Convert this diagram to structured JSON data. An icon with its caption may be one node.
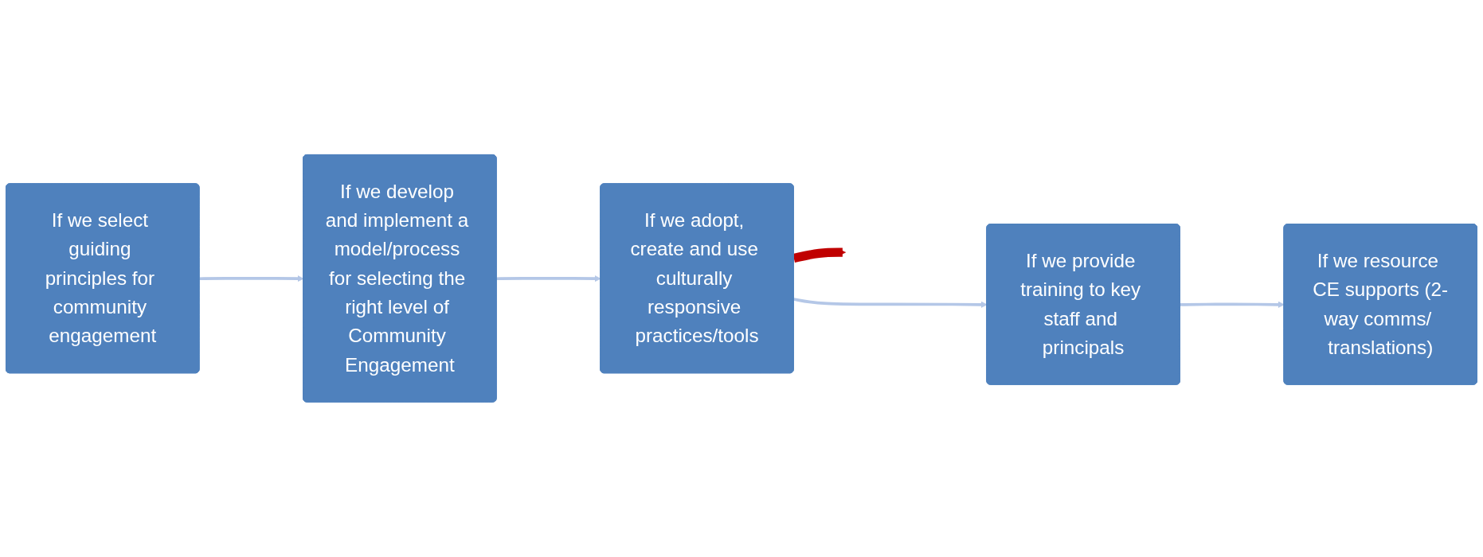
{
  "diagram": {
    "nodes": [
      {
        "text": [
          "If we select guiding principles for community engagement"
        ]
      },
      {
        "text": [
          "If we develop and implement a model/process for selecting the right level of Community Engagement"
        ]
      },
      {
        "text": [
          "If we adopt, create and use culturally responsive practices/tools"
        ]
      },
      {
        "text": [
          "If we provide training to key staff and principals"
        ]
      },
      {
        "text": [
          "If we resource CE supports (2-way comms/ translations)"
        ]
      }
    ],
    "edges": [
      {
        "from": 0,
        "to": 1,
        "arrow": "to"
      },
      {
        "from": 1,
        "to": 2,
        "arrow": "to"
      },
      {
        "from": 2,
        "to": 3,
        "arrow": "to"
      },
      {
        "from": 3,
        "to": 4,
        "arrow": "to"
      },
      {
        "from": 2,
        "to": null,
        "arrow": "to",
        "style": "thick",
        "color": "#c00000"
      }
    ]
  }
}
